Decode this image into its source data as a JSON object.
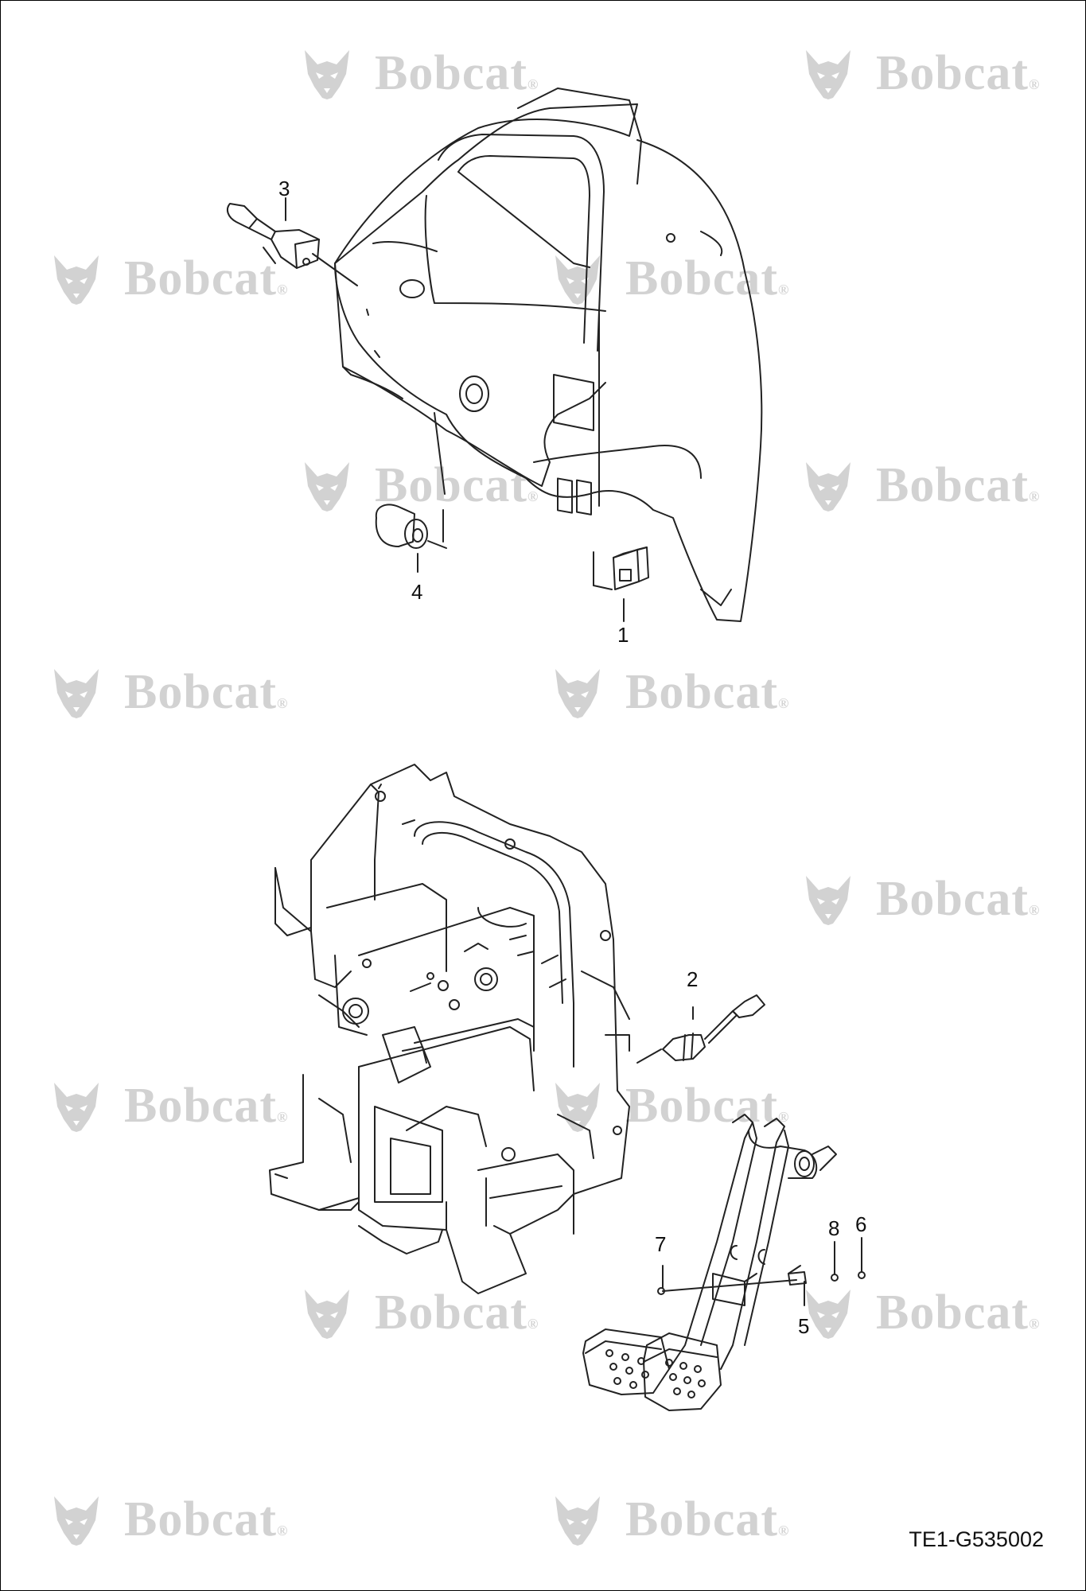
{
  "watermark": {
    "text": "Bobcat",
    "mark": "®",
    "logo": "bobcat-head-logo",
    "color": "#d2d2d2"
  },
  "callouts": [
    {
      "id": "1",
      "label": "1"
    },
    {
      "id": "2",
      "label": "2"
    },
    {
      "id": "3",
      "label": "3"
    },
    {
      "id": "4",
      "label": "4"
    },
    {
      "id": "5",
      "label": "5"
    },
    {
      "id": "6",
      "label": "6"
    },
    {
      "id": "7",
      "label": "7"
    },
    {
      "id": "8",
      "label": "8"
    }
  ],
  "drawing_code": "TE1-G535002",
  "colors": {
    "line": "#222222",
    "background": "#ffffff"
  }
}
